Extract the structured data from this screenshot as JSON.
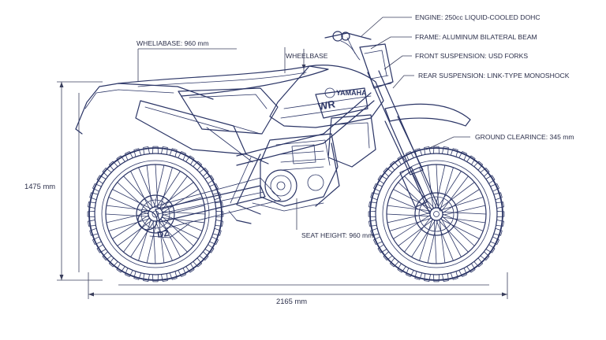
{
  "annotations": {
    "engine": "ENGINE: 250cc LIQUID-COOLED DOHC",
    "frame": "FRAME: ALUMINUM BILATERAL BEAM",
    "front_suspension": "FRONT SUSPENSION: USD FORKS",
    "rear_suspension": "REAR SUSPENSION: LINK-TYPE MONOSHOCK",
    "ground_clearance": "GROUND CLEARINCE: 345 mm",
    "seat_height": "SEAT HEIGHT: 960 mm",
    "wheelbase_top": "WHELIABASE: 960 mm",
    "wheelbase_short": "WHEELBASE"
  },
  "dimensions": {
    "height": "1475 mm",
    "length": "2165 mm"
  },
  "branding": {
    "logo_text": "YAMAHA"
  },
  "colors": {
    "ink": "#2b3566",
    "text": "#2b2f4a"
  }
}
